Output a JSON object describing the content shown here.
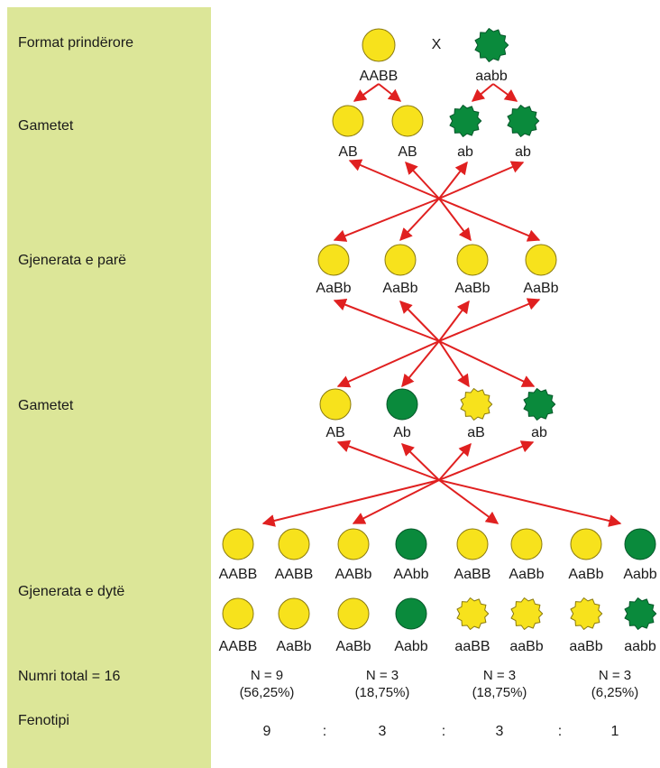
{
  "sidebar": {
    "color": "#dce698",
    "labels": {
      "parental": "Format prindërore",
      "gametes_1": "Gametet",
      "first_gen": "Gjenerata e parë",
      "gametes_2": "Gametet",
      "second_gen": "Gjenerata e dytë",
      "total": "Numri total = 16",
      "phenotype": "Fenotipi"
    }
  },
  "colors": {
    "yellow": "#f7e21c",
    "green": "#0a8a3c",
    "arrow": "#e02020",
    "outline": "#8a7a10"
  },
  "parents": {
    "cross": "X",
    "items": [
      {
        "genotype": "AABB",
        "color": "yellow",
        "shape": "round"
      },
      {
        "genotype": "aabb",
        "color": "green",
        "shape": "wrinkled"
      }
    ]
  },
  "gametes_1": [
    {
      "genotype": "AB",
      "color": "yellow",
      "shape": "round"
    },
    {
      "genotype": "AB",
      "color": "yellow",
      "shape": "round"
    },
    {
      "genotype": "ab",
      "color": "green",
      "shape": "wrinkled"
    },
    {
      "genotype": "ab",
      "color": "green",
      "shape": "wrinkled"
    }
  ],
  "first_generation": [
    {
      "genotype": "AaBb",
      "color": "yellow",
      "shape": "round"
    },
    {
      "genotype": "AaBb",
      "color": "yellow",
      "shape": "round"
    },
    {
      "genotype": "AaBb",
      "color": "yellow",
      "shape": "round"
    },
    {
      "genotype": "AaBb",
      "color": "yellow",
      "shape": "round"
    }
  ],
  "gametes_2": [
    {
      "genotype": "AB",
      "color": "yellow",
      "shape": "round"
    },
    {
      "genotype": "Ab",
      "color": "green",
      "shape": "round"
    },
    {
      "genotype": "aB",
      "color": "yellow",
      "shape": "wrinkled"
    },
    {
      "genotype": "ab",
      "color": "green",
      "shape": "wrinkled"
    }
  ],
  "second_generation": {
    "row1": [
      {
        "genotype": "AABB",
        "color": "yellow",
        "shape": "round"
      },
      {
        "genotype": "AABB",
        "color": "yellow",
        "shape": "round"
      },
      {
        "genotype": "AABb",
        "color": "yellow",
        "shape": "round"
      },
      {
        "genotype": "AAbb",
        "color": "green",
        "shape": "round"
      },
      {
        "genotype": "AaBB",
        "color": "yellow",
        "shape": "round"
      },
      {
        "genotype": "AaBb",
        "color": "yellow",
        "shape": "round"
      },
      {
        "genotype": "AaBb",
        "color": "yellow",
        "shape": "round"
      },
      {
        "genotype": "Aabb",
        "color": "green",
        "shape": "round"
      }
    ],
    "row2": [
      {
        "genotype": "AABB",
        "color": "yellow",
        "shape": "round"
      },
      {
        "genotype": "AaBb",
        "color": "yellow",
        "shape": "round"
      },
      {
        "genotype": "AaBb",
        "color": "yellow",
        "shape": "round"
      },
      {
        "genotype": "Aabb",
        "color": "green",
        "shape": "round"
      },
      {
        "genotype": "aaBB",
        "color": "yellow",
        "shape": "wrinkled"
      },
      {
        "genotype": "aaBb",
        "color": "yellow",
        "shape": "wrinkled"
      },
      {
        "genotype": "aaBb",
        "color": "yellow",
        "shape": "wrinkled"
      },
      {
        "genotype": "aabb",
        "color": "green",
        "shape": "wrinkled"
      }
    ]
  },
  "groups": [
    {
      "count": "N = 9",
      "percent": "(56,25%)",
      "ratio": "9"
    },
    {
      "count": "N = 3",
      "percent": "(18,75%)",
      "ratio": "3"
    },
    {
      "count": "N = 3",
      "percent": "(18,75%)",
      "ratio": "3"
    },
    {
      "count": "N = 3",
      "percent": "(6,25%)",
      "ratio": "1"
    }
  ],
  "ratio_separator": ":"
}
